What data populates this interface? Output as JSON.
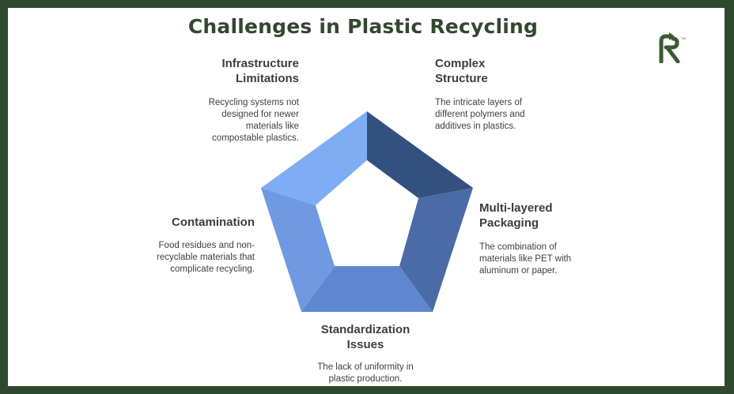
{
  "title": "Challenges in Plastic Recycling",
  "logo": {
    "icon": "recycle-r-logo-icon",
    "mark": "TM",
    "color": "#3b5a32"
  },
  "segments": [
    {
      "heading_line1": "Infrastructure",
      "heading_line2": "Limitations",
      "desc_lines": [
        "Recycling systems not",
        "designed for newer",
        "materials like",
        "compostable plastics."
      ],
      "color": "#7eadf5"
    },
    {
      "heading_line1": "Complex",
      "heading_line2": "Structure",
      "desc_lines": [
        "The intricate layers of",
        "different polymers and",
        "additives in plastics."
      ],
      "color": "#34507f"
    },
    {
      "heading_line1": "Multi-layered",
      "heading_line2": "Packaging",
      "desc_lines": [
        "The combination of",
        "materials like PET with",
        "aluminum or paper."
      ],
      "color": "#4a6ba6"
    },
    {
      "heading_line1": "Standardization",
      "heading_line2": "Issues",
      "desc_lines": [
        "The lack of uniformity in",
        "plastic production."
      ],
      "color": "#5e87cf"
    },
    {
      "heading_line1": "Contamination",
      "heading_line2": "",
      "desc_lines": [
        "Food residues and non-",
        "recyclable materials that",
        "complicate recycling."
      ],
      "color": "#6f9ae2"
    }
  ]
}
